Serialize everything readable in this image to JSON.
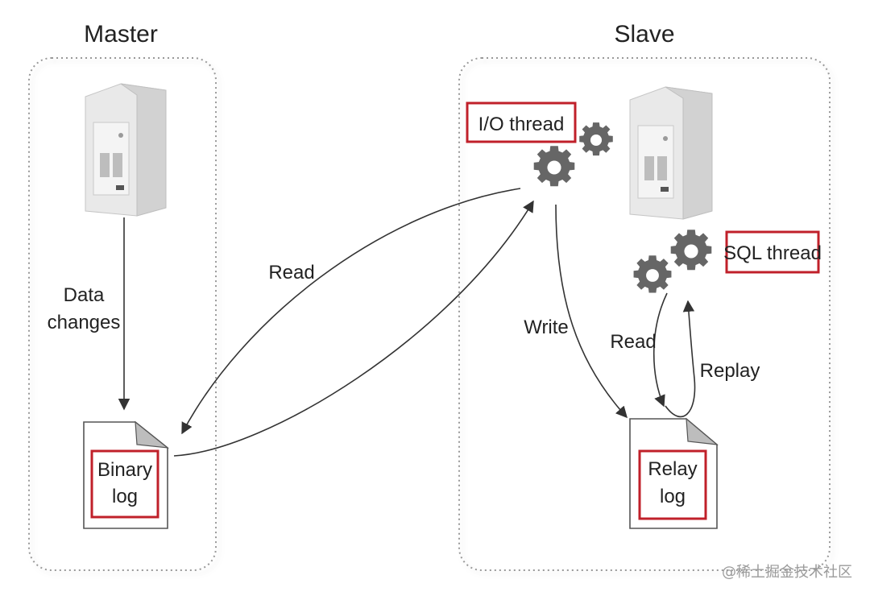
{
  "master": {
    "title": "Master",
    "data_changes_line1": "Data",
    "data_changes_line2": "changes",
    "binary_log_line1": "Binary",
    "binary_log_line2": "log"
  },
  "slave": {
    "title": "Slave",
    "io_thread": "I/O thread",
    "sql_thread": "SQL thread",
    "relay_log_line1": "Relay",
    "relay_log_line2": "log"
  },
  "arrows": {
    "read_binlog": "Read",
    "write_relay": "Write",
    "read_relay": "Read",
    "replay": "Replay"
  },
  "watermark": "@稀土掘金技术社区",
  "colors": {
    "highlight": "#c0202a",
    "gear": "#666666",
    "server": "#cfcfcf",
    "stroke": "#333333"
  }
}
